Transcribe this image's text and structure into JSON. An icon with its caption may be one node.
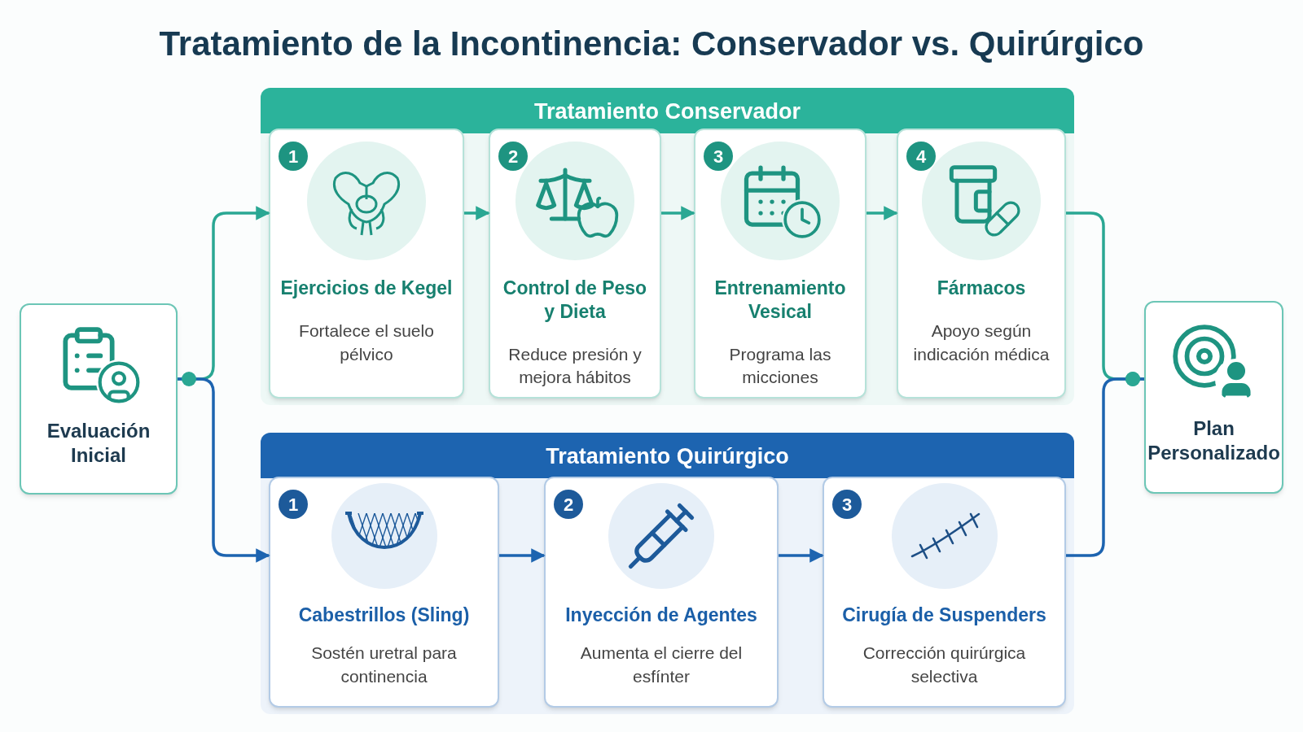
{
  "diagram": {
    "title": "Tratamiento de la Incontinencia: Conservador vs. Quirúrgico",
    "nodes": [
      {
        "text": [
          "Evaluación Inicial"
        ]
      },
      {
        "text": [
          "Tratamiento Conservador"
        ]
      },
      {
        "text": [
          "1",
          "Ejercicios de Kegel",
          "Fortalece el suelo pélvico"
        ],
        "in": 1
      },
      {
        "text": [
          "2",
          "Control de Peso y Dieta",
          "Reduce presión y mejora hábitos"
        ],
        "in": 1
      },
      {
        "text": [
          "3",
          "Entrenamiento Vesical",
          "Programa las micciones"
        ],
        "in": 1
      },
      {
        "text": [
          "4",
          "Fármacos",
          "Apoyo según indicación médica"
        ],
        "in": 1
      },
      {
        "text": [
          "Tratamiento Quirúrgico"
        ]
      },
      {
        "text": [
          "1",
          "Cabestrillos (Sling)",
          "Sostén uretral para continencia"
        ],
        "in": 6
      },
      {
        "text": [
          "2",
          "Inyección de Agentes",
          "Aumenta el cierre del esfínter"
        ],
        "in": 6
      },
      {
        "text": [
          "3",
          "Cirugía de Suspenders",
          "Corrección quirúrgica selectiva"
        ],
        "in": 6
      },
      {
        "text": [
          "Plan Personalizado"
        ]
      }
    ],
    "edges": [
      {
        "from": 0,
        "to": 2,
        "arrow": "to"
      },
      {
        "from": 2,
        "to": 3,
        "arrow": "to"
      },
      {
        "from": 3,
        "to": 4,
        "arrow": "to"
      },
      {
        "from": 4,
        "to": 5,
        "arrow": "to"
      },
      {
        "from": 5,
        "to": 10,
        "arrow": "other"
      },
      {
        "from": 0,
        "to": 7,
        "arrow": "to",
        "color": "#1d64b0"
      },
      {
        "from": 7,
        "to": 8,
        "arrow": "to",
        "color": "#1d64b0"
      },
      {
        "from": 8,
        "to": 9,
        "arrow": "to",
        "color": "#1d64b0"
      },
      {
        "from": 9,
        "to": 10,
        "arrow": "other",
        "color": "#1d64b0"
      }
    ]
  }
}
